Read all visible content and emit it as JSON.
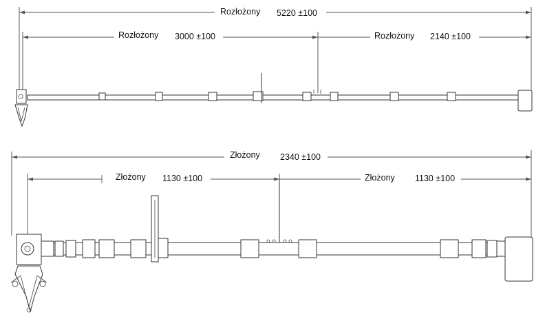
{
  "top_view": {
    "overall": {
      "label": "Rozłożony",
      "value": "5220 ±100"
    },
    "left_segment": {
      "label": "Rozłożony",
      "value": "3000 ±100"
    },
    "right_segment": {
      "label": "Rozłożony",
      "value": "2140 ±100"
    }
  },
  "bottom_view": {
    "overall": {
      "label": "Złożony",
      "value": "2340 ±100"
    },
    "left_segment": {
      "label": "Złożony",
      "value": "1130 ±100"
    },
    "right_segment": {
      "label": "Złożony",
      "value": "1130 ±100"
    }
  }
}
